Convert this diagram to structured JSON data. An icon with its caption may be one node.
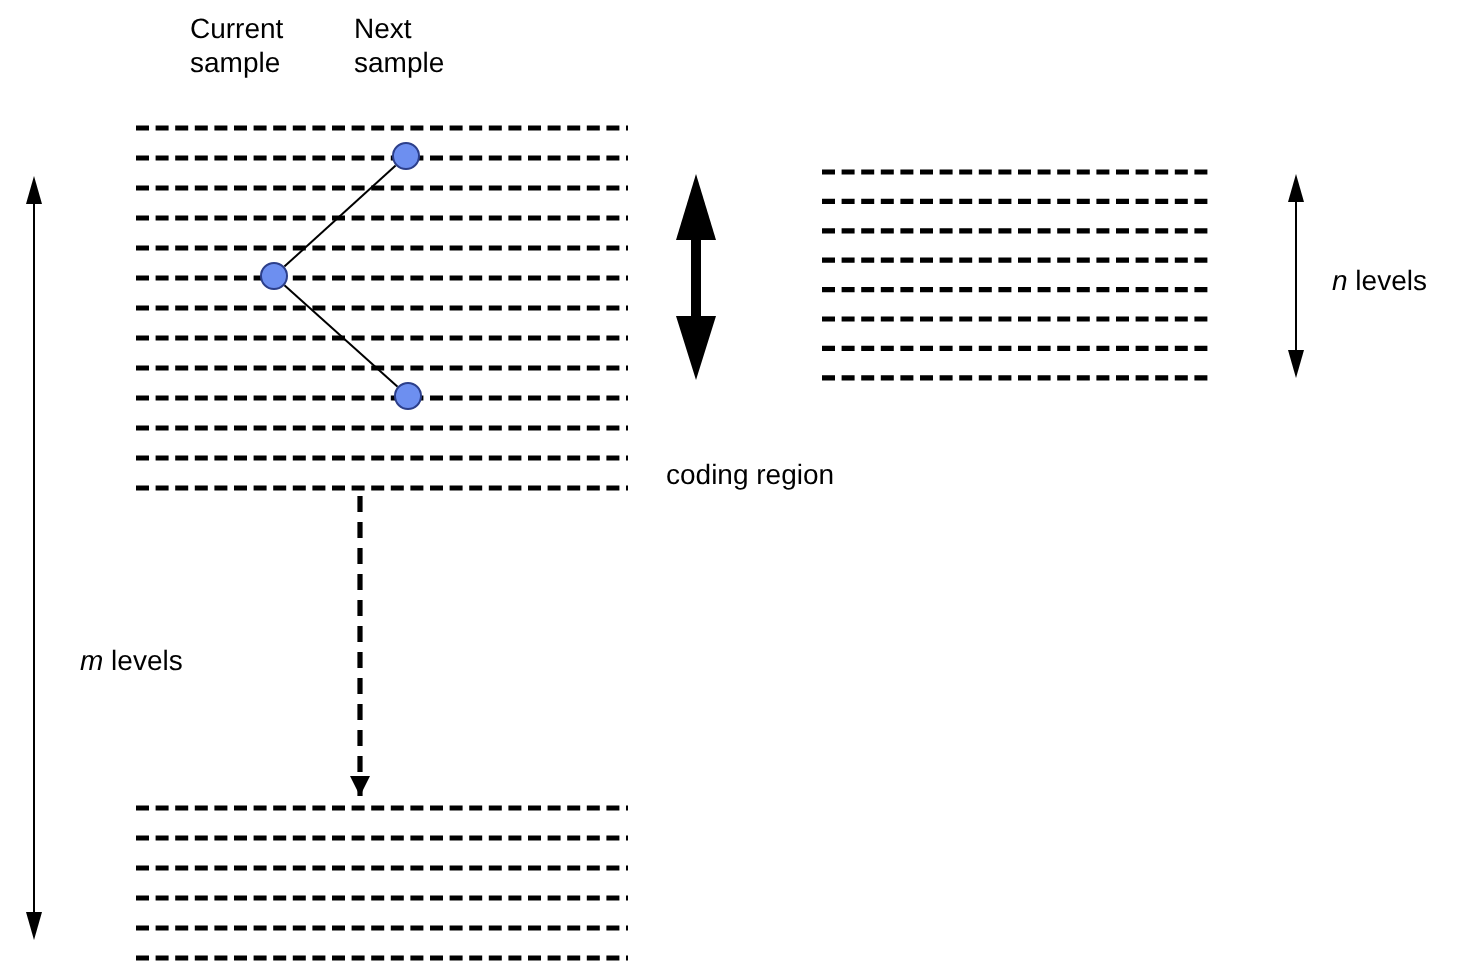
{
  "diagram": {
    "nodes": [
      {
        "text": [],
        "shape": "lines"
      },
      {
        "text": [],
        "shape": "lines"
      },
      {
        "text": [],
        "shape": "lines"
      },
      {
        "text": [],
        "shape": "circle",
        "in": 0
      },
      {
        "text": [],
        "shape": "circle",
        "in": 0
      },
      {
        "text": [],
        "shape": "circle",
        "in": 0
      }
    ],
    "edges": [
      {
        "from": 4,
        "to": 3,
        "arrow": "none"
      },
      {
        "from": 4,
        "to": 5,
        "arrow": "none"
      },
      {
        "from": 0,
        "to": 2,
        "arrow": "to",
        "style": "dashed"
      }
    ],
    "labels": [
      "Current sample",
      "Next sample",
      "coding region",
      "*n* levels",
      "*m* levels"
    ]
  }
}
